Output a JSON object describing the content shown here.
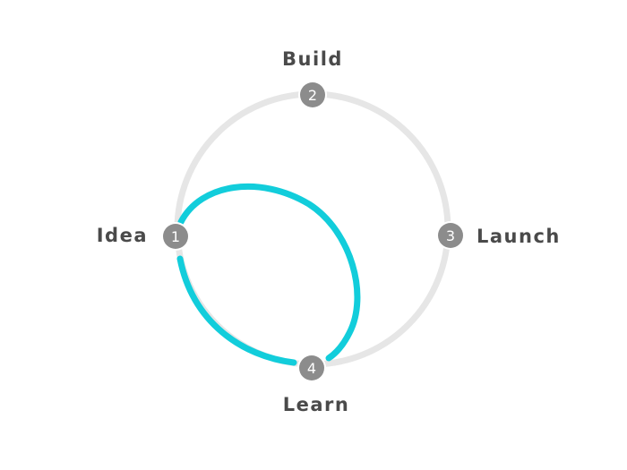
{
  "steps": [
    {
      "number": "2",
      "label": "Build"
    },
    {
      "number": "1",
      "label": "Idea"
    },
    {
      "number": "3",
      "label": "Launch"
    },
    {
      "number": "4",
      "label": "Learn"
    }
  ],
  "colors": {
    "ring": "#e6e6e6",
    "highlight_loop": "#12cddb",
    "node_fill": "#8c8c8c",
    "node_text": "#ffffff",
    "label_text": "#4a4a4a"
  }
}
